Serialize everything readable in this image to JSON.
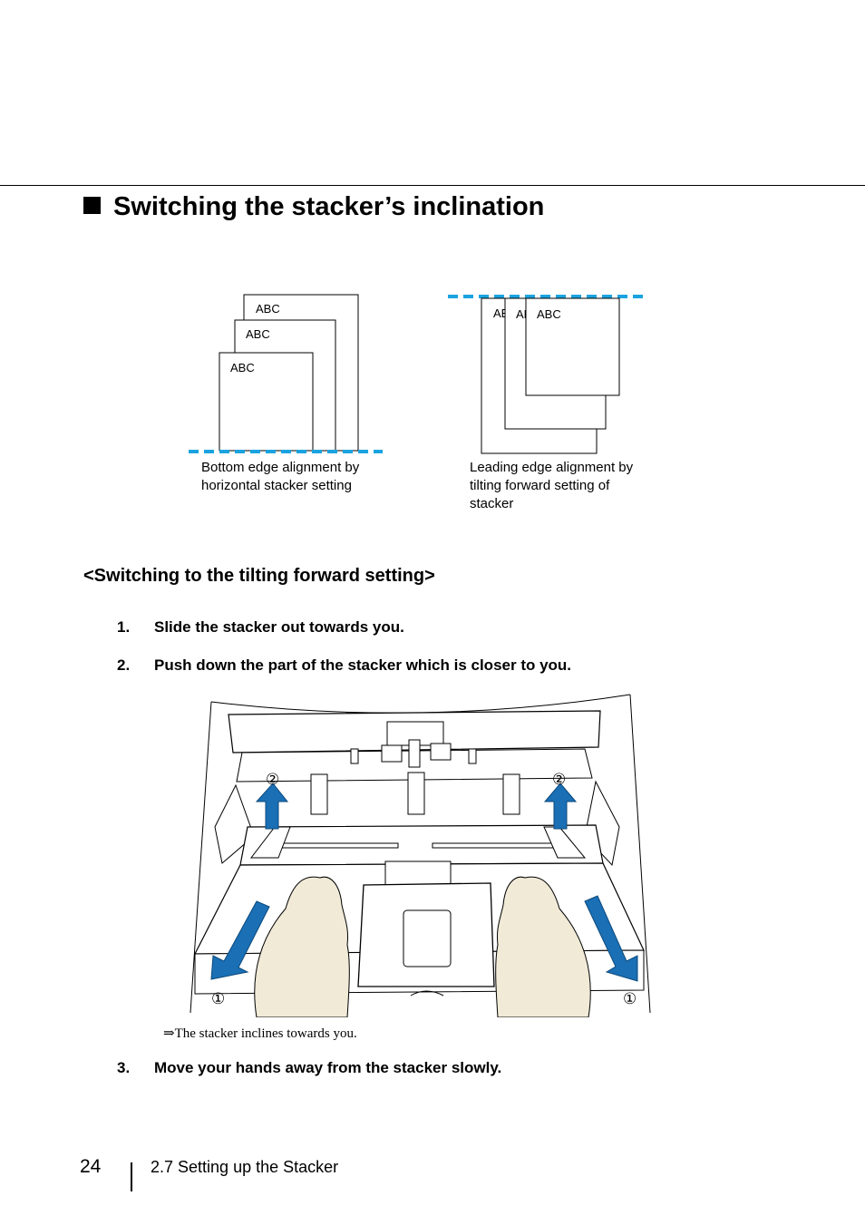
{
  "section": {
    "title": "Switching the stacker’s inclination"
  },
  "figure1": {
    "paper_label": "ABC",
    "caption_left_1": "Bottom edge alignment by",
    "caption_left_2": "horizontal stacker setting",
    "caption_right_1": "Leading edge alignment by",
    "caption_right_2": "tilting forward setting of",
    "caption_right_3": "stacker",
    "guide_color": "#1aa3e0"
  },
  "subsection": {
    "title": "<Switching to the tilting forward setting>"
  },
  "steps": [
    {
      "num": "1.",
      "text": "Slide the stacker out towards you."
    },
    {
      "num": "2.",
      "text": "Push down the part of the stacker which is closer to you."
    },
    {
      "num": "3.",
      "text": "Move your hands away from the stacker slowly."
    }
  ],
  "figure2": {
    "marker_1": "①",
    "marker_2": "②",
    "arrow_color": "#1a6fb5",
    "hand_color": "#f0ead7"
  },
  "result_text": "⇒The stacker inclines towards you.",
  "footer": {
    "page_number": "24",
    "section": "2.7 Setting up the Stacker"
  }
}
